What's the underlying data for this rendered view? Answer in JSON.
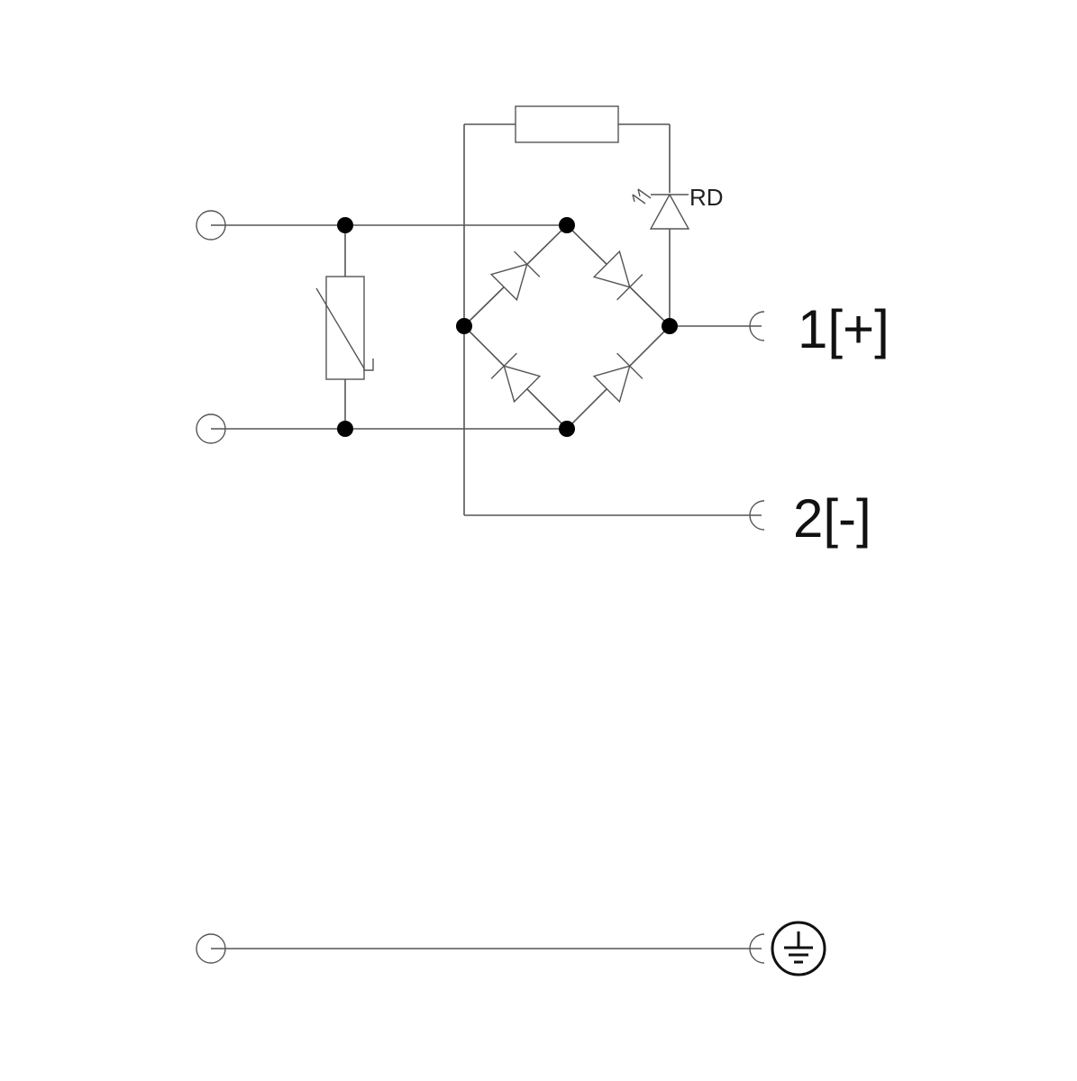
{
  "labels": {
    "terminal_plus": "1[+]",
    "terminal_minus": "2[-]",
    "led": "RD"
  },
  "colors": {
    "wire": "#555555",
    "junction": "#000000",
    "text": "#111111"
  },
  "icons": {
    "ground": "protective-earth-icon"
  }
}
